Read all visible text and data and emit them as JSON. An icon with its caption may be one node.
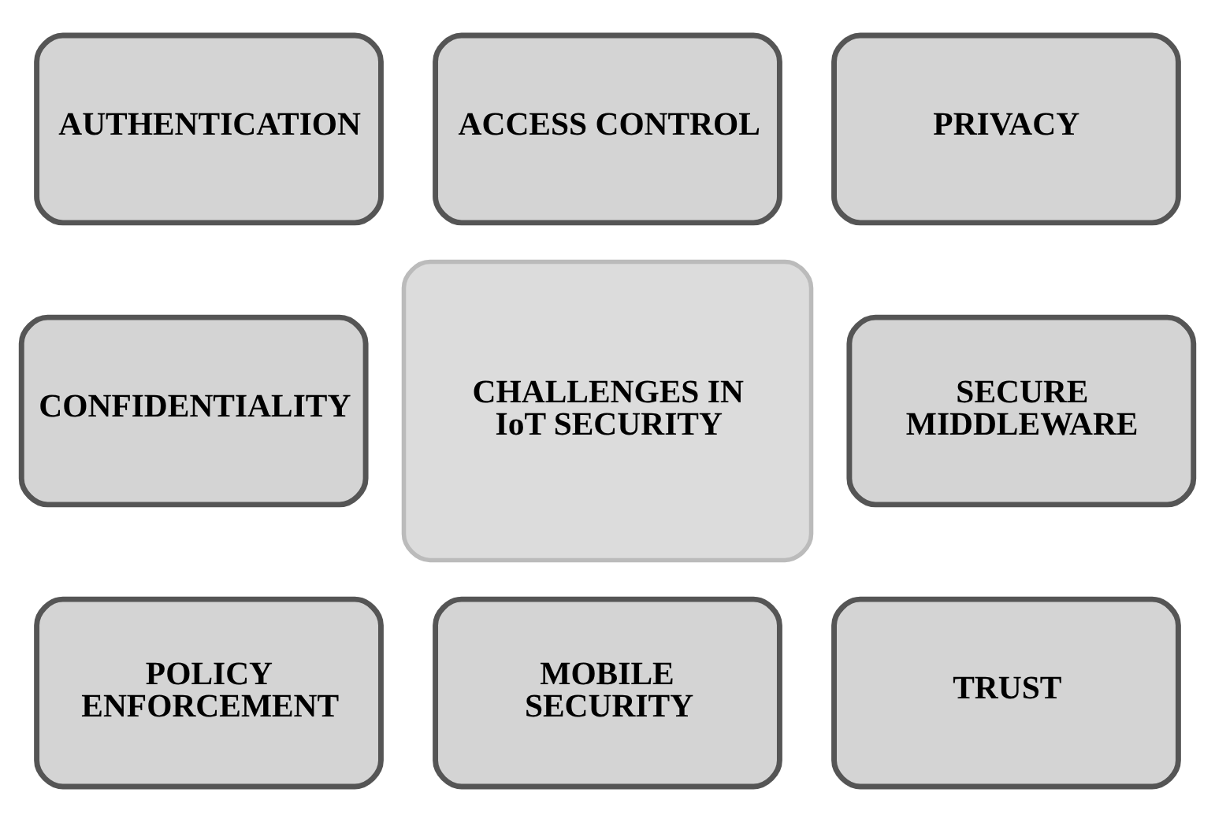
{
  "diagram": {
    "nodes": [
      {
        "text": [
          "ACCESS CONTROL"
        ]
      },
      {
        "text": [
          "AUTHENTICATION"
        ]
      },
      {
        "text": [
          "PRIVACY"
        ]
      },
      {
        "text": [
          "CONFIDENTIALITY"
        ]
      },
      {
        "text": [
          "CHALLENGES IN IoT SECURITY"
        ]
      },
      {
        "text": [
          "SECURE MIDDLEWARE"
        ]
      },
      {
        "text": [
          "POLICY ENFORCEMENT"
        ]
      },
      {
        "text": [
          "TRUST"
        ]
      },
      {
        "text": [
          "MOBILE SECURITY"
        ]
      }
    ],
    "edges": []
  }
}
